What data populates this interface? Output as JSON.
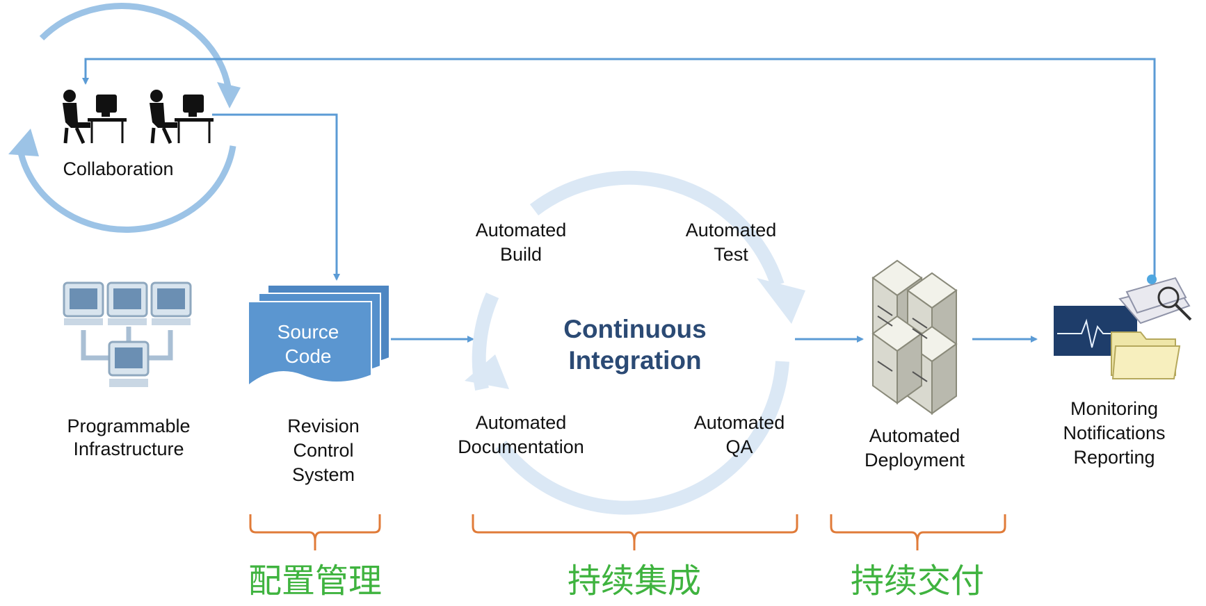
{
  "collaboration": {
    "label": "Collaboration"
  },
  "infrastructure": {
    "label_line1": "Programmable",
    "label_line2": "Infrastructure"
  },
  "source_code": {
    "line1": "Source",
    "line2": "Code"
  },
  "revision_control": {
    "line1": "Revision",
    "line2": "Control",
    "line3": "System"
  },
  "ci_cycle": {
    "center_line1": "Continuous",
    "center_line2": "Integration",
    "build_line1": "Automated",
    "build_line2": "Build",
    "test_line1": "Automated",
    "test_line2": "Test",
    "doc_line1": "Automated",
    "doc_line2": "Documentation",
    "qa_line1": "Automated",
    "qa_line2": "QA"
  },
  "deployment": {
    "line1": "Automated",
    "line2": "Deployment"
  },
  "monitoring": {
    "line1": "Monitoring",
    "line2": "Notifications",
    "line3": "Reporting"
  },
  "phases": [
    {
      "label": "配置管理",
      "color": "#3fb33f"
    },
    {
      "label": "持续集成",
      "color": "#3fb33f"
    },
    {
      "label": "持续交付",
      "color": "#3fb33f"
    }
  ],
  "colors": {
    "arrow": "#5b9bd5",
    "cycle_ring": "#9cc3e6",
    "ci_ring": "#dbe8f5",
    "brace": "#e07b39",
    "ci_title": "#2b4a74",
    "doc_blue": "#5b96d0"
  }
}
